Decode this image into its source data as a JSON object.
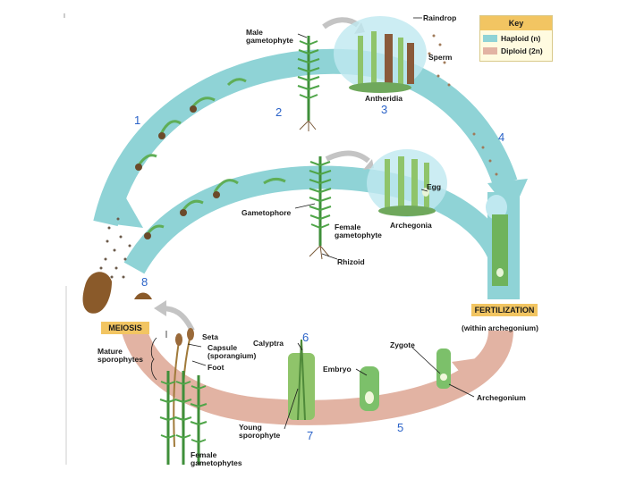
{
  "labels": {
    "male_gametophyte": "Male gametophyte",
    "raindrop": "Raindrop",
    "sperm": "Sperm",
    "antheridia": "Antheridia",
    "egg": "Egg",
    "archegonia": "Archegonia",
    "gametophore": "Gametophore",
    "female_gametophyte": "Female gametophyte",
    "rhizoid": "Rhizoid",
    "fertilization": "FERTILIZATION",
    "within_archegonium": "(within archegonium)",
    "meiosis": "MEIOSIS",
    "seta": "Seta",
    "capsule": "Capsule (sporangium)",
    "foot": "Foot",
    "mature_sporophytes": "Mature sporophytes",
    "calyptra": "Calyptra",
    "zygote": "Zygote",
    "embryo": "Embryo",
    "archegonium": "Archegonium",
    "young_sporophyte": "Young sporophyte",
    "female_gametophytes": "Female gametophytes"
  },
  "steps": [
    "1",
    "2",
    "3",
    "4",
    "5",
    "6",
    "7",
    "8"
  ],
  "key": {
    "title": "Key",
    "haploid": "Haploid (n)",
    "diploid": "Diploid (2n)"
  },
  "colors": {
    "haploid": "#8fd3d6",
    "diploid": "#e2b3a3",
    "step_number": "#2b63c8",
    "box_fill": "#f2c562",
    "plant_green": "#3f8f3a"
  }
}
